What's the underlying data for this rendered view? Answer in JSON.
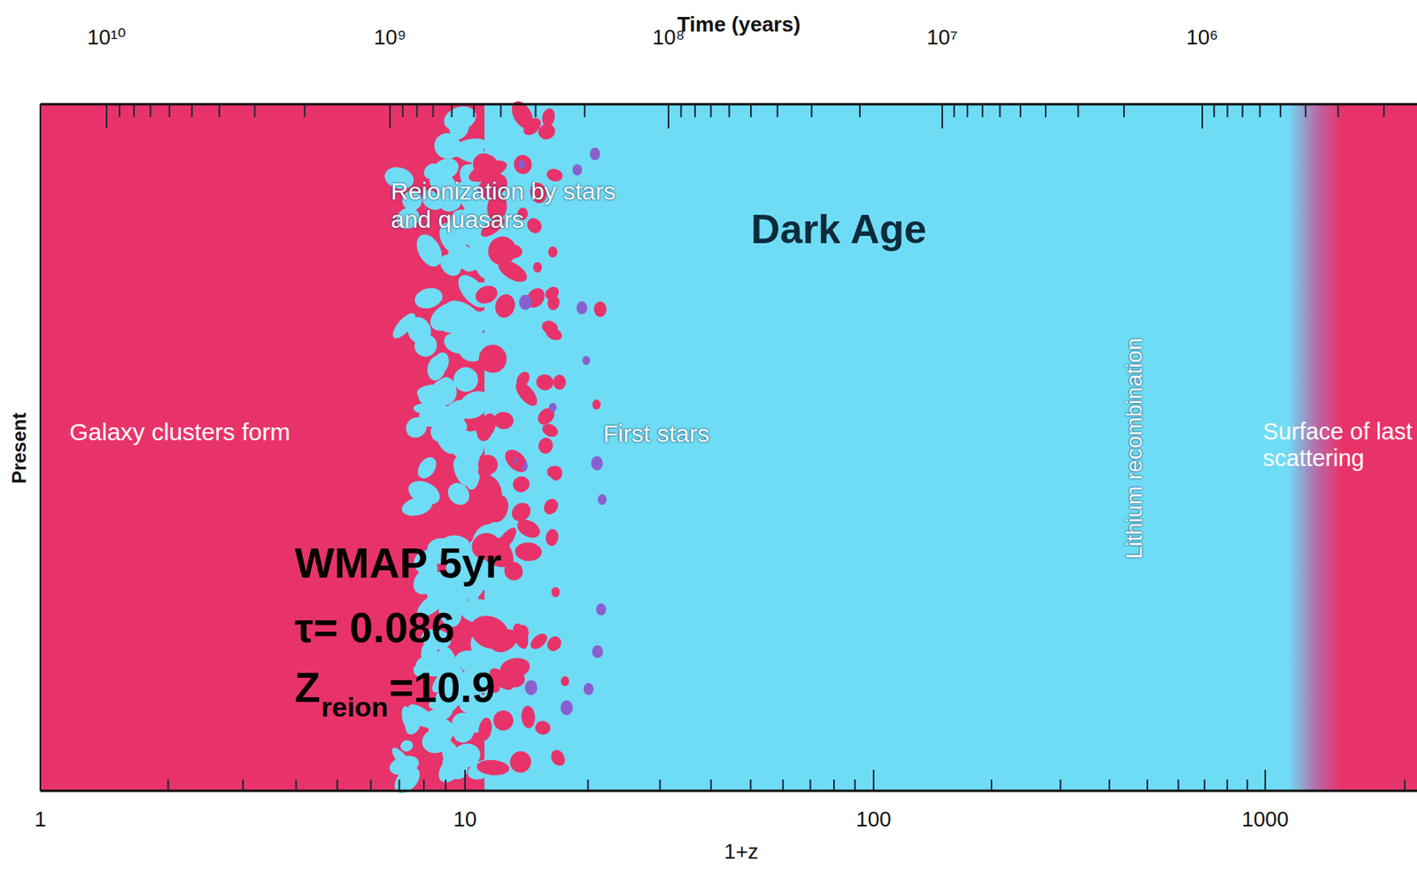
{
  "diagram": {
    "labels": [
      "Time (years)",
      "10¹⁰",
      "10⁹",
      "10⁸",
      "10⁷",
      "10⁶",
      "Present",
      "Galaxy clusters form",
      "Reionization by stars and quasars",
      "Dark Age",
      "First stars",
      "Lithium recombination",
      "Surface of last scattering",
      "WMAP 5yr",
      "τ= 0.086",
      "Z",
      "reion",
      "=10.9",
      "1",
      "10",
      "100",
      "1000",
      "1+z"
    ]
  }
}
